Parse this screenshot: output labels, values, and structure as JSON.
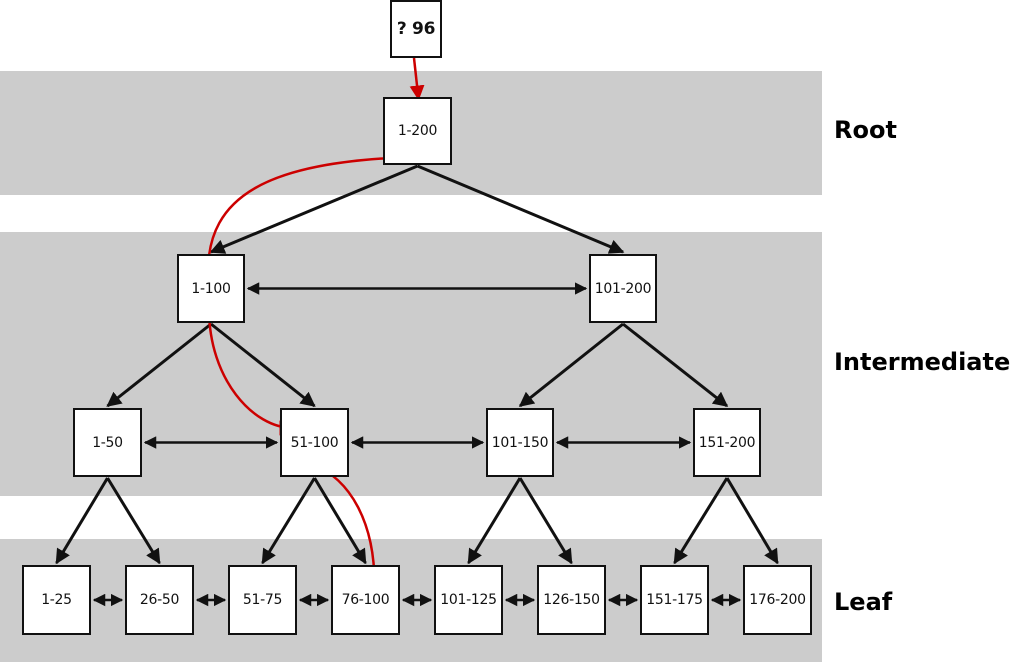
{
  "title": "B+ tree lookup path",
  "query": {
    "label": "? 96"
  },
  "levels": [
    {
      "id": "root",
      "label": "Root"
    },
    {
      "id": "intermediate",
      "label": "Intermediate"
    },
    {
      "id": "leaf",
      "label": "Leaf"
    }
  ],
  "nodes": {
    "root": [
      {
        "id": "r",
        "label": "1-200"
      }
    ],
    "intermediate_upper": [
      {
        "id": "i1",
        "label": "1-100"
      },
      {
        "id": "i2",
        "label": "101-200"
      }
    ],
    "intermediate_lower": [
      {
        "id": "j1",
        "label": "1-50"
      },
      {
        "id": "j2",
        "label": "51-100"
      },
      {
        "id": "j3",
        "label": "101-150"
      },
      {
        "id": "j4",
        "label": "151-200"
      }
    ],
    "leaf": [
      {
        "id": "l1",
        "label": "1-25"
      },
      {
        "id": "l2",
        "label": "26-50"
      },
      {
        "id": "l3",
        "label": "51-75"
      },
      {
        "id": "l4",
        "label": "76-100"
      },
      {
        "id": "l5",
        "label": "101-125"
      },
      {
        "id": "l6",
        "label": "126-150"
      },
      {
        "id": "l7",
        "label": "151-175"
      },
      {
        "id": "l8",
        "label": "176-200"
      }
    ]
  },
  "tree_edges": [
    [
      "r",
      "i1"
    ],
    [
      "r",
      "i2"
    ],
    [
      "i1",
      "j1"
    ],
    [
      "i1",
      "j2"
    ],
    [
      "i2",
      "j3"
    ],
    [
      "i2",
      "j4"
    ],
    [
      "j1",
      "l1"
    ],
    [
      "j1",
      "l2"
    ],
    [
      "j2",
      "l3"
    ],
    [
      "j2",
      "l4"
    ],
    [
      "j3",
      "l5"
    ],
    [
      "j3",
      "l6"
    ],
    [
      "j4",
      "l7"
    ],
    [
      "j4",
      "l8"
    ]
  ],
  "sibling_links": [
    [
      "i1",
      "i2"
    ],
    [
      "j1",
      "j2"
    ],
    [
      "j2",
      "j3"
    ],
    [
      "j3",
      "j4"
    ],
    [
      "l1",
      "l2"
    ],
    [
      "l2",
      "l3"
    ],
    [
      "l3",
      "l4"
    ],
    [
      "l4",
      "l5"
    ],
    [
      "l5",
      "l6"
    ],
    [
      "l6",
      "l7"
    ],
    [
      "l7",
      "l8"
    ]
  ],
  "search_path": [
    "q",
    "r",
    "i1",
    "j2",
    "l4"
  ],
  "colors": {
    "band": "#cccccc",
    "edge": "#111111",
    "search_path": "#cc0000"
  }
}
